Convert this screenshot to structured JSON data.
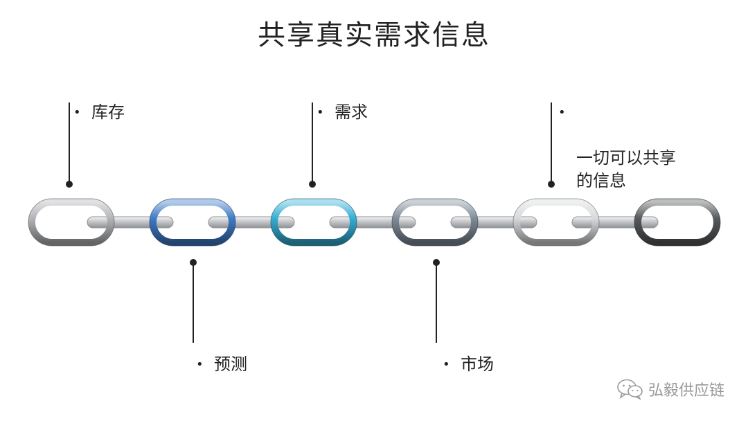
{
  "title": "共享真实需求信息",
  "colors": {
    "connector": "#b8babd",
    "links": [
      "#b3b5b8",
      "#3f7bc7",
      "#35aed4",
      "#7f8c99",
      "#d7d9dc",
      "#56595d"
    ]
  },
  "labels": {
    "top": [
      {
        "text": "库存"
      },
      {
        "text": "需求"
      },
      {
        "text": "一切可以共享\n的信息"
      }
    ],
    "bottom": [
      {
        "text": "预测"
      },
      {
        "text": "市场"
      }
    ]
  },
  "watermark": {
    "text": "弘毅供应链",
    "icon": "wechat-icon"
  }
}
